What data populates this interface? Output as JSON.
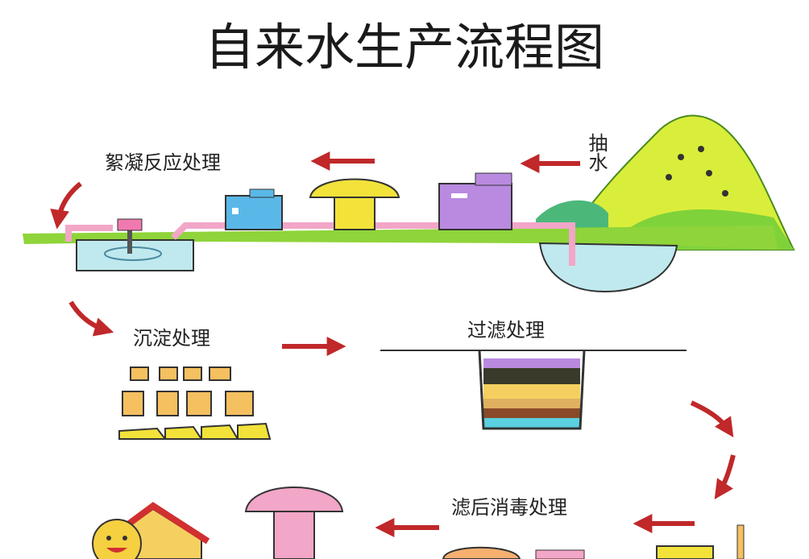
{
  "title": "自来水生产流程图",
  "steps": {
    "pump": "抽水",
    "flocculation": "絮凝反应处理",
    "sedimentation": "沉淀处理",
    "filtration": "过滤处理",
    "disinfection": "滤后消毒处理"
  },
  "colors": {
    "arrow": "#c0282a",
    "grass": "#8fd43a",
    "water": "#bfe9ee",
    "pipe": "#f2a6c8",
    "mountain": "#c8e83a"
  }
}
